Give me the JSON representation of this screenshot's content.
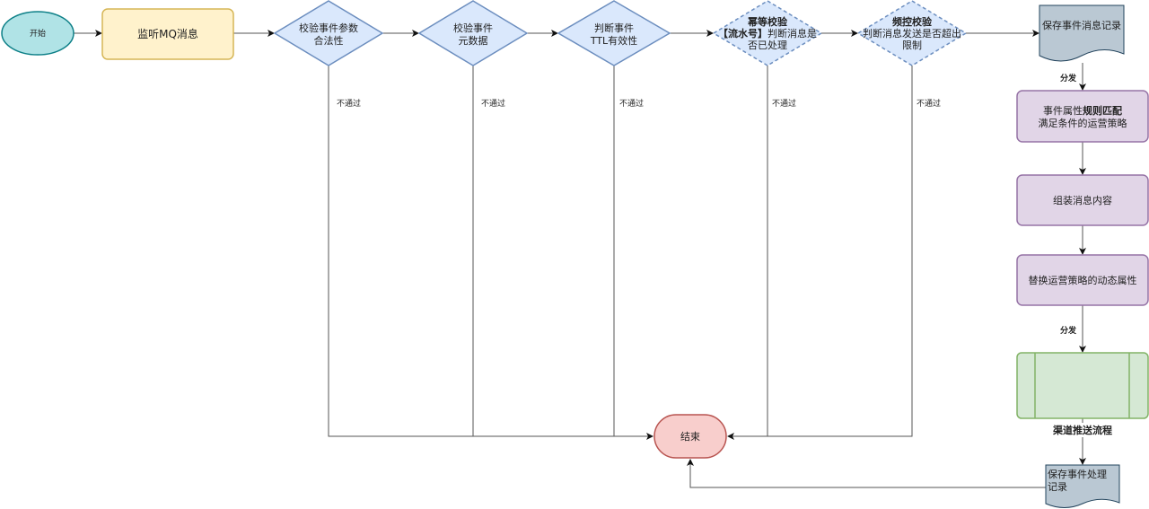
{
  "nodes": {
    "start": "开始",
    "listen": "监听MQ消息",
    "check_params": [
      "校验事件参数",
      "合法性"
    ],
    "check_meta": [
      "校验事件",
      "元数据"
    ],
    "check_ttl": [
      "判断事件",
      "TTL有效性"
    ],
    "idempotent": {
      "title": "幂等校验",
      "line1_bold": "【流水号】",
      "line1_rest": "判断消息是",
      "line2": "否已处理"
    },
    "freq": {
      "title": "频控校验",
      "line1": "判断消息发送是否超出",
      "line2": "限制"
    },
    "save_msg": "保存事件消息记录",
    "rule_match": {
      "prefix": "事件属性",
      "bold": "规则匹配",
      "line2": "满足条件的运营策略"
    },
    "assemble": "组装消息内容",
    "replace": "替换运营策略的动态属性",
    "channel_push": "渠道推送流程",
    "save_process": [
      "保存事件处理",
      "记录"
    ],
    "end": "结束"
  },
  "edge_labels": {
    "fail": "不通过",
    "dispatch": "分发"
  },
  "colors": {
    "start_fill": "#b0e3e6",
    "start_stroke": "#0e8088",
    "yellow_fill": "#fff2cc",
    "yellow_stroke": "#d6b656",
    "blue_fill": "#dae8fc",
    "blue_stroke": "#6c8ebf",
    "doc_fill": "#bac8d3",
    "doc_stroke": "#23445d",
    "purple_fill": "#e1d5e7",
    "purple_stroke": "#9673a6",
    "green_fill": "#d5e8d4",
    "green_stroke": "#82b366",
    "red_fill": "#f8cecc",
    "red_stroke": "#b85450"
  }
}
